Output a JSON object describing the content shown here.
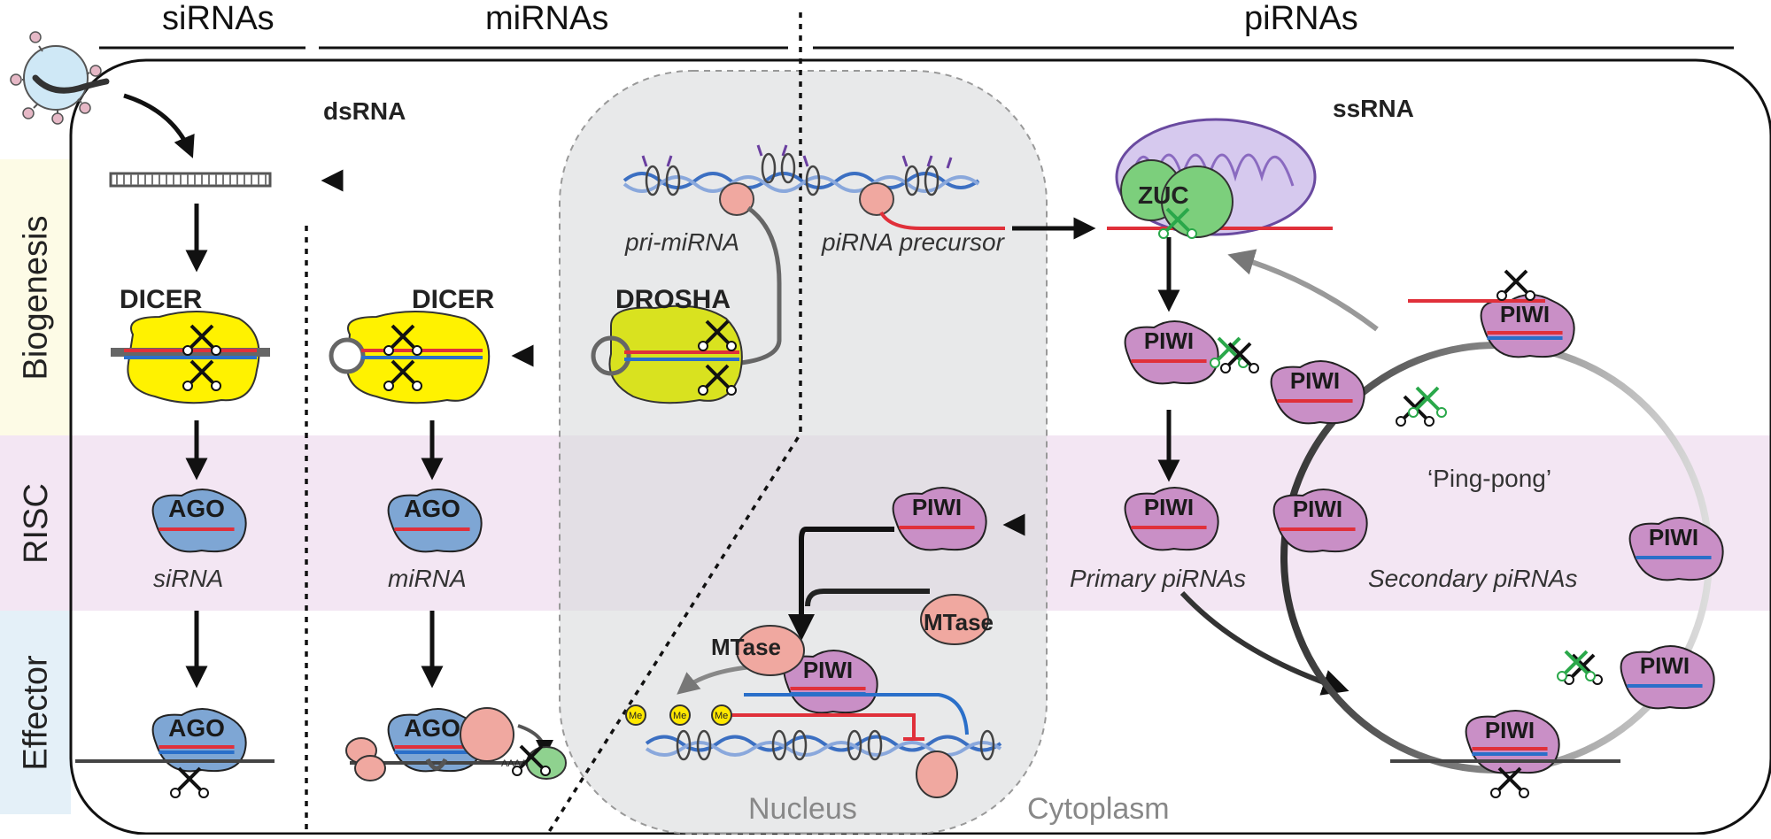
{
  "headers": {
    "sirnas": "siRNAs",
    "mirnas": "miRNAs",
    "pirnas": "piRNAs"
  },
  "bands": {
    "biogenesis": "Biogenesis",
    "risc": "RISC",
    "effector": "Effector"
  },
  "labels": {
    "dsrna": "dsRNA",
    "ssrna": "ssRNA",
    "dicer_si": "DICER",
    "dicer_mi": "DICER",
    "drosha": "DROSHA",
    "pri_mirna": "pri-miRNA",
    "pirna_precursor": "piRNA precursor",
    "zuc": "ZUC",
    "ago": "AGO",
    "sirna": "siRNA",
    "mirna": "miRNA",
    "piwi": "PIWI",
    "mtase": "MTase",
    "me": "Me",
    "aaaa": "AAAA",
    "primary_pirnas": "Primary piRNAs",
    "secondary_pirnas": "Secondary piRNAs",
    "ping_pong": "‘Ping-pong’",
    "nucleus": "Nucleus",
    "cytoplasm": "Cytoplasm"
  },
  "colors": {
    "biogenesis_band": "#fdfbe6",
    "risc_band": "#f3e6f3",
    "effector_band": "#e4f0f8",
    "nucleus_fill": "#e6e7e8",
    "ago_fill": "#7ea6d4",
    "piwi_fill": "#c98fc6",
    "dicer_fill": "#fff200",
    "drosha_fill": "#d9e21f",
    "zuc_fill": "#7ccf7c",
    "mitochondrion_fill": "#c9b6e6",
    "mtase_fill": "#f0a8a0",
    "rna_red": "#e0303a",
    "rna_blue": "#2a6fc9",
    "scissors_green": "#2aa84a",
    "methyl_yellow": "#ffe800"
  },
  "icons": [
    "virus-icon",
    "scissors-icon",
    "mitochondrion-icon",
    "nucleosome-icon"
  ]
}
